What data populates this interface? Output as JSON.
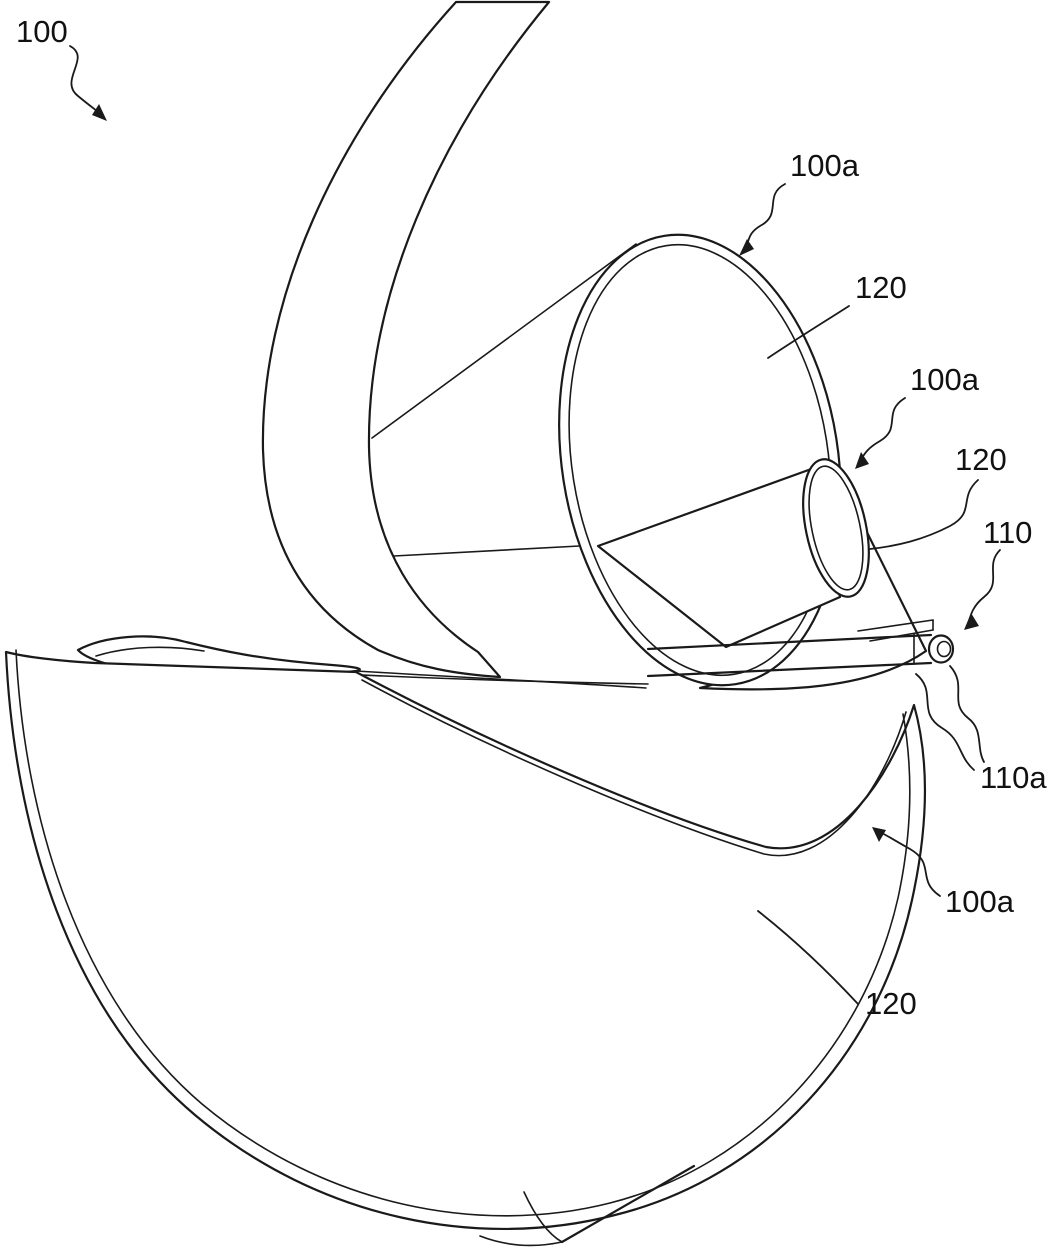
{
  "figure": {
    "background_color": "#ffffff",
    "line_color": "#1a1a1a",
    "labels": [
      {
        "id": "ref-100",
        "text": "100"
      },
      {
        "id": "ref-100a-top",
        "text": "100a"
      },
      {
        "id": "ref-120-top",
        "text": "120"
      },
      {
        "id": "ref-100a-mid",
        "text": "100a"
      },
      {
        "id": "ref-120-mid",
        "text": "120"
      },
      {
        "id": "ref-110",
        "text": "110"
      },
      {
        "id": "ref-110a",
        "text": "110a"
      },
      {
        "id": "ref-100a-bottom",
        "text": "100a"
      },
      {
        "id": "ref-120-bottom",
        "text": "120"
      }
    ]
  }
}
